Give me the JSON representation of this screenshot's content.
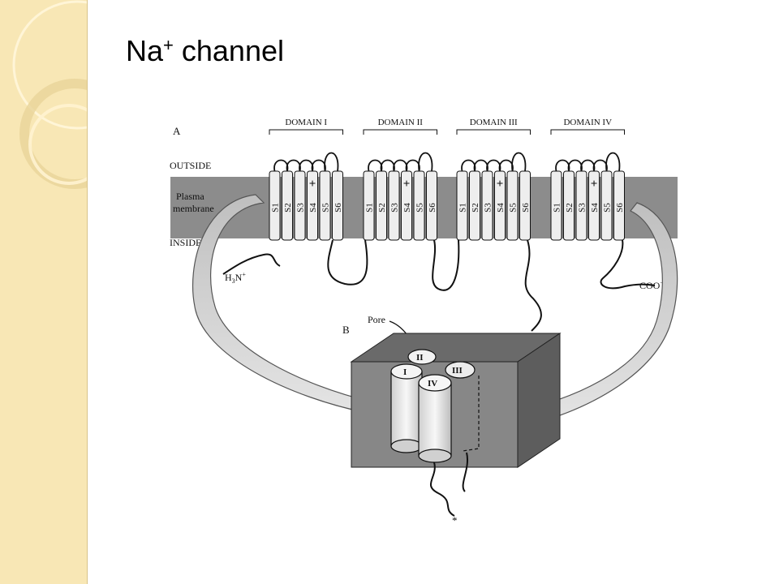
{
  "slide": {
    "title": {
      "base": "Na",
      "sup": "+",
      "rest": " channel"
    }
  },
  "diagram": {
    "panel_a": {
      "label": "A",
      "outside": "OUTSIDE",
      "membrane_line1": "Plasma",
      "membrane_line2": "membrane",
      "inside": "INSIDE",
      "n_terminus": "H",
      "n_sub": "3",
      "n_rest": "N",
      "n_sup": "+",
      "c_terminus": "COO",
      "c_sup": "−",
      "asterisk": "*",
      "domains": [
        {
          "name": "DOMAIN I",
          "segments": [
            "S1",
            "S2",
            "S3",
            "S4",
            "S5",
            "S6"
          ]
        },
        {
          "name": "DOMAIN II",
          "segments": [
            "S1",
            "S2",
            "S3",
            "S4",
            "S5",
            "S6"
          ]
        },
        {
          "name": "DOMAIN III",
          "segments": [
            "S1",
            "S2",
            "S3",
            "S4",
            "S5",
            "S6"
          ]
        },
        {
          "name": "DOMAIN IV",
          "segments": [
            "S1",
            "S2",
            "S3",
            "S4",
            "S5",
            "S6"
          ]
        }
      ],
      "s4_mark": "+"
    },
    "panel_b": {
      "label": "B",
      "pore": "Pore",
      "subunits": [
        "I",
        "II",
        "III",
        "IV"
      ],
      "asterisk": "*"
    }
  }
}
